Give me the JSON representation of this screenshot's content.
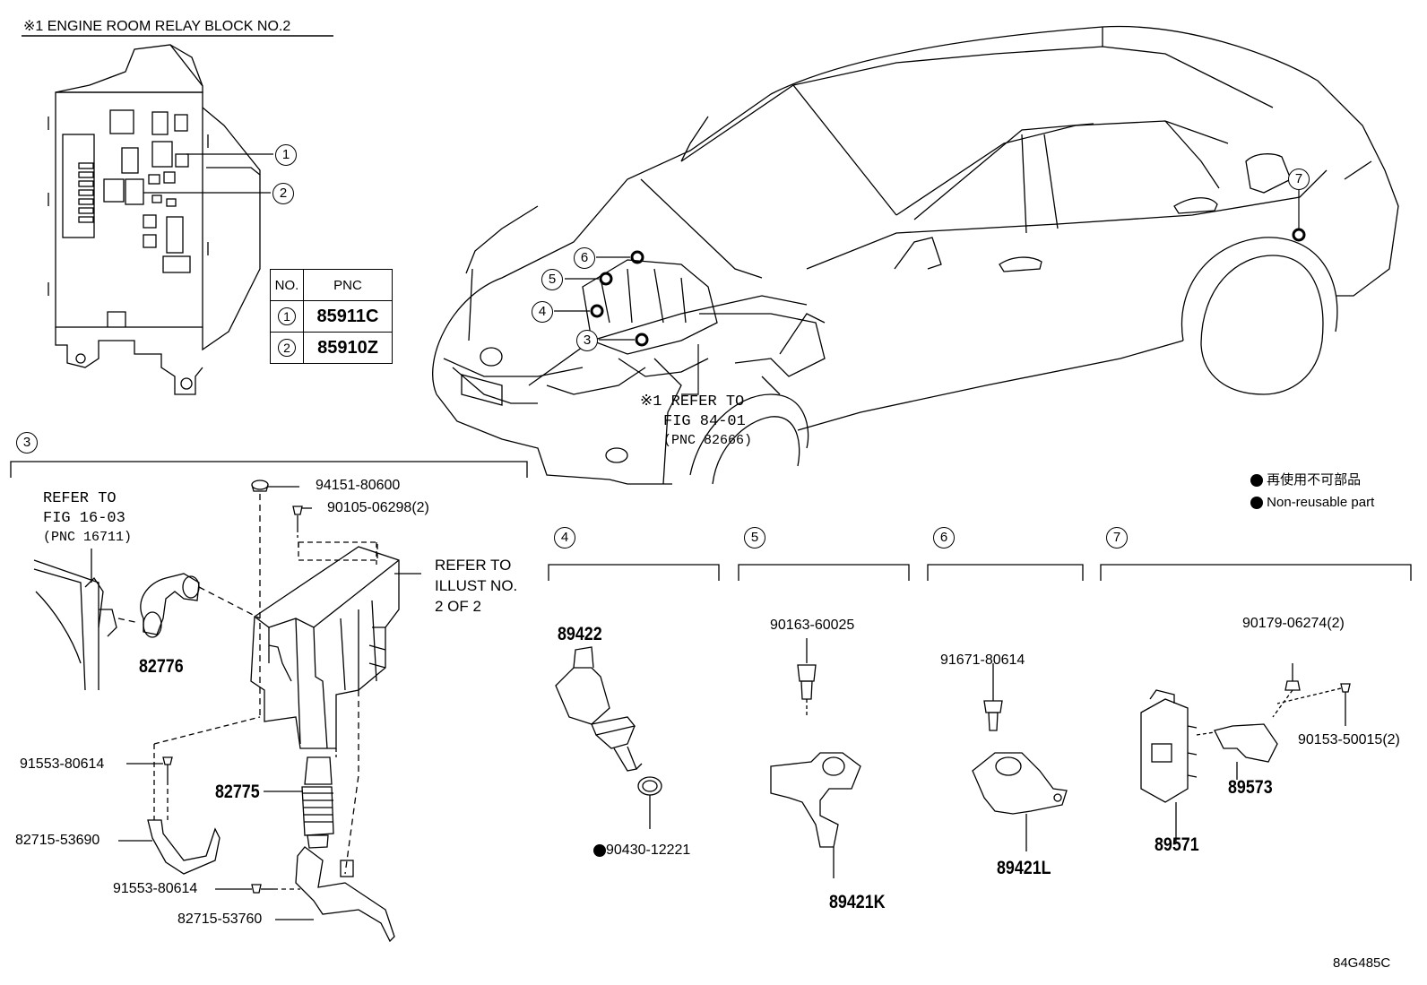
{
  "header": {
    "title": "※1 ENGINE ROOM RELAY BLOCK  NO.2"
  },
  "pnc_table": {
    "headers": [
      "NO.",
      "PNC"
    ],
    "rows": [
      {
        "no": "1",
        "pnc": "85911C"
      },
      {
        "no": "2",
        "pnc": "85910Z"
      }
    ]
  },
  "callouts": {
    "c1": "1",
    "c2": "2",
    "c3": "3",
    "c4": "4",
    "c5": "5",
    "c6": "6",
    "c7": "7"
  },
  "car_refer": {
    "line1": "※1 REFER TO",
    "line2": "FIG 84-01",
    "line3": "(PNC 82666)"
  },
  "legend": {
    "jp": "再使用不可部品",
    "en": "Non-reusable part"
  },
  "group3": {
    "refer_left": {
      "line1": "REFER TO",
      "line2": "FIG 16-03",
      "line3": "(PNC 16711)"
    },
    "refer_right": {
      "line1": "REFER TO",
      "line2": "ILLUST NO.",
      "line3": "2 OF 2"
    },
    "parts": {
      "p94151": "94151-80600",
      "p90105": "90105-06298(2)",
      "p82776": "82776",
      "p91553a": "91553-80614",
      "p82775": "82775",
      "p82715a": "82715-53690",
      "p91553b": "91553-80614",
      "p82715b": "82715-53760"
    }
  },
  "group4": {
    "p89422": "89422",
    "p90430": "90430-12221"
  },
  "group5": {
    "p90163": "90163-60025",
    "p89421K": "89421K"
  },
  "group6": {
    "p91671": "91671-80614",
    "p89421L": "89421L"
  },
  "group7": {
    "p90179": "90179-06274(2)",
    "p90153": "90153-50015(2)",
    "p89573": "89573",
    "p89571": "89571"
  },
  "footer": {
    "code": "84G485C"
  }
}
